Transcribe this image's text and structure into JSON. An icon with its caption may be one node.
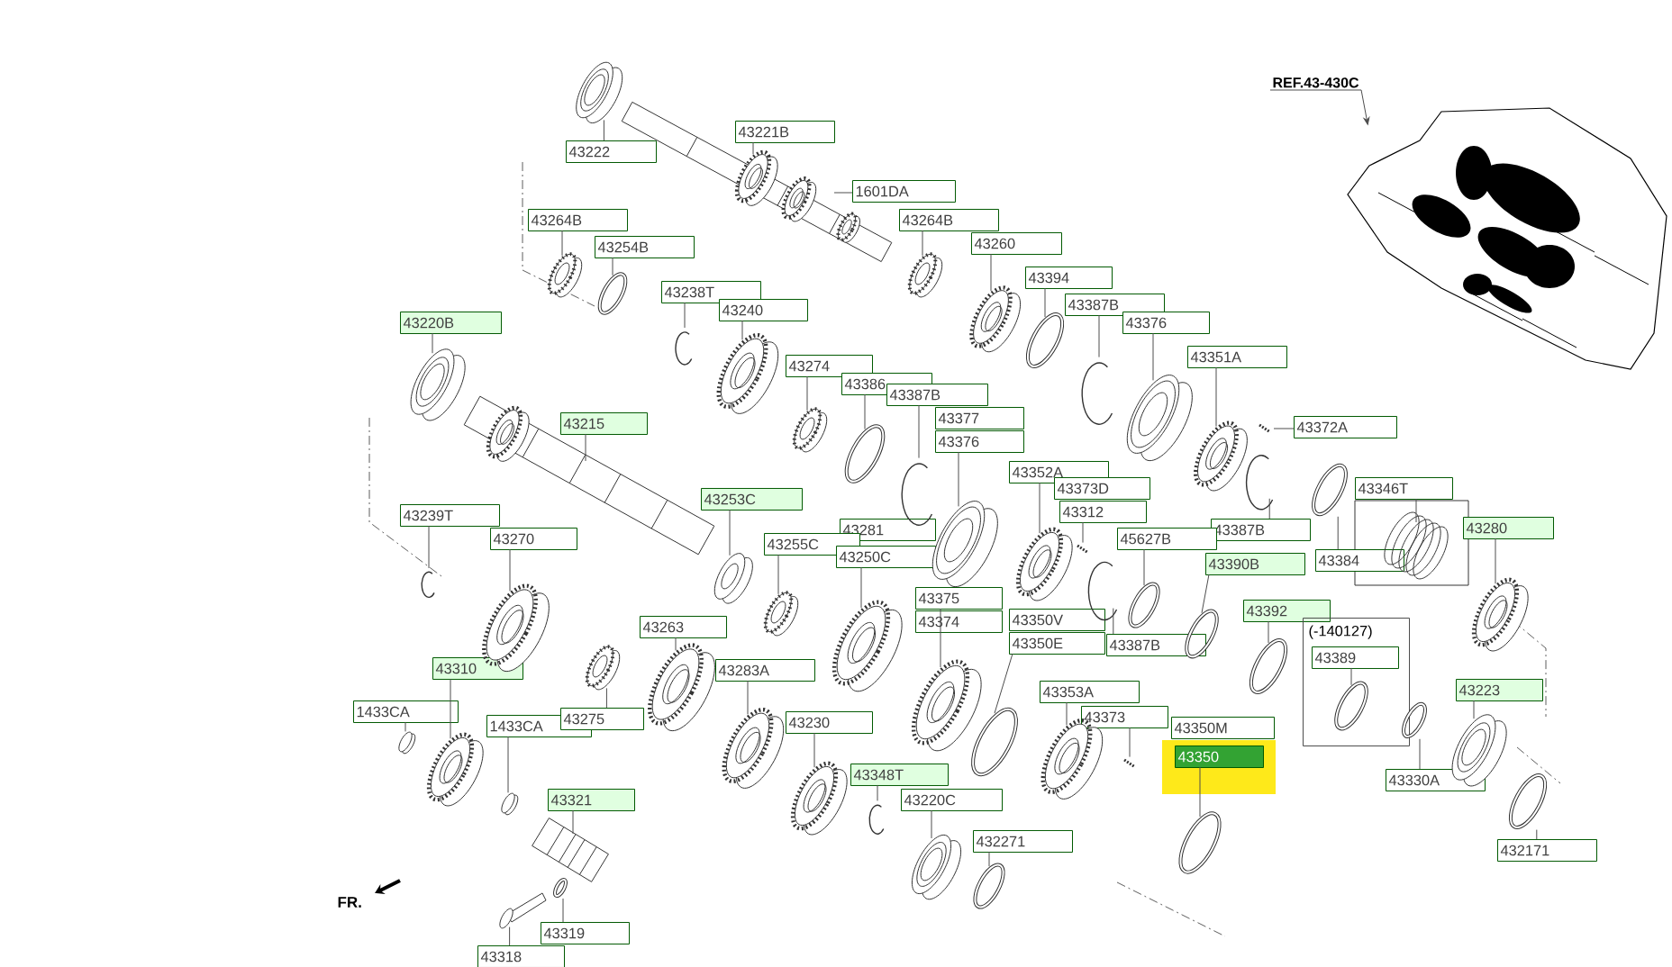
{
  "diagram": {
    "nodes": [
      {
        "text": [
          "REF.43-430C"
        ]
      },
      {
        "text": [],
        "shape": "picture"
      },
      {
        "text": [
          "43222"
        ]
      },
      {
        "text": [
          "43221B"
        ]
      },
      {
        "text": [
          "1601DA"
        ]
      },
      {
        "text": [
          "43264B"
        ]
      },
      {
        "text": [
          "43254B"
        ]
      },
      {
        "text": [
          "43264B"
        ]
      },
      {
        "text": [
          "43260"
        ]
      },
      {
        "text": [
          "43394"
        ]
      },
      {
        "text": [
          "43238T"
        ]
      },
      {
        "text": [
          "43240"
        ]
      },
      {
        "text": [
          "43387B"
        ]
      },
      {
        "text": [
          "43376"
        ]
      },
      {
        "text": [
          "43220B"
        ]
      },
      {
        "text": [
          "43351A"
        ]
      },
      {
        "text": [
          "43274"
        ]
      },
      {
        "text": [
          "43386"
        ]
      },
      {
        "text": [
          "43387B"
        ]
      },
      {
        "text": [
          "43377"
        ]
      },
      {
        "text": [
          "43376"
        ]
      },
      {
        "text": [
          "43215"
        ]
      },
      {
        "text": [
          "43372A"
        ]
      },
      {
        "text": [
          "43352A"
        ]
      },
      {
        "text": [
          "43373D"
        ]
      },
      {
        "text": [
          "43312"
        ]
      },
      {
        "text": [
          "43346T"
        ]
      },
      {
        "text": [
          "43253C"
        ]
      },
      {
        "text": [
          "43239T"
        ]
      },
      {
        "text": [
          "43387B"
        ]
      },
      {
        "text": [
          "43280"
        ]
      },
      {
        "text": [
          "43281"
        ]
      },
      {
        "text": [
          "43270"
        ]
      },
      {
        "text": [
          "45627B"
        ]
      },
      {
        "text": [
          "43255C"
        ]
      },
      {
        "text": [
          "43250C"
        ]
      },
      {
        "text": [
          "43384"
        ]
      },
      {
        "text": [
          "43390B"
        ]
      },
      {
        "text": [
          "43375"
        ]
      },
      {
        "text": [
          "43374"
        ]
      },
      {
        "text": [
          "43392"
        ]
      },
      {
        "text": [
          "(-140127)"
        ]
      },
      {
        "text": [
          "43389"
        ],
        "in": 41
      },
      {
        "text": [
          "43263"
        ]
      },
      {
        "text": [
          "43350V"
        ]
      },
      {
        "text": [
          "43350E"
        ]
      },
      {
        "text": [
          "43387B"
        ]
      },
      {
        "text": [
          "43310"
        ]
      },
      {
        "text": [
          "43283A"
        ]
      },
      {
        "text": [
          "43353A"
        ]
      },
      {
        "text": [
          "43223"
        ]
      },
      {
        "text": [
          "1433CA"
        ]
      },
      {
        "text": [
          "1433CA"
        ]
      },
      {
        "text": [
          "43275"
        ]
      },
      {
        "text": [
          "43230"
        ]
      },
      {
        "text": [
          "43373"
        ]
      },
      {
        "text": [
          "43350M"
        ]
      },
      {
        "text": [
          "43350"
        ]
      },
      {
        "text": [
          "43348T"
        ]
      },
      {
        "text": [
          "43330A"
        ]
      },
      {
        "text": [
          "43220C"
        ]
      },
      {
        "text": [
          "43321"
        ]
      },
      {
        "text": [
          "432271"
        ]
      },
      {
        "text": [
          "432171"
        ]
      },
      {
        "text": [
          "43319"
        ]
      },
      {
        "text": [
          "43318"
        ]
      },
      {
        "text": [],
        "shape": "picture"
      },
      {
        "text": [],
        "shape": "picture"
      },
      {
        "text": [],
        "shape": "picture",
        "in": 67
      },
      {
        "text": [],
        "shape": "picture",
        "in": 67
      },
      {
        "text": [],
        "shape": "picture",
        "in": 67
      },
      {
        "text": [],
        "shape": "picture"
      },
      {
        "text": [],
        "shape": "picture"
      },
      {
        "text": [],
        "shape": "picture"
      },
      {
        "text": [],
        "shape": "picture"
      },
      {
        "text": [],
        "shape": "picture"
      },
      {
        "text": [],
        "shape": "picture"
      },
      {
        "text": [],
        "shape": "picture"
      },
      {
        "text": [],
        "shape": "picture"
      },
      {
        "text": [],
        "shape": "picture"
      },
      {
        "text": [],
        "shape": "picture"
      },
      {
        "text": [],
        "shape": "picture"
      },
      {
        "text": [],
        "shape": "picture"
      },
      {
        "text": [],
        "shape": "picture"
      },
      {
        "text": [],
        "shape": "picture"
      },
      {
        "text": [],
        "shape": "picture"
      },
      {
        "text": [],
        "shape": "picture",
        "in": 85
      },
      {
        "text": [],
        "shape": "picture"
      },
      {
        "text": [],
        "shape": "picture"
      },
      {
        "text": [],
        "shape": "picture"
      },
      {
        "text": [],
        "shape": "picture"
      },
      {
        "text": [],
        "shape": "picture"
      },
      {
        "text": [],
        "shape": "picture"
      },
      {
        "text": [],
        "shape": "picture"
      },
      {
        "text": [],
        "shape": "picture"
      },
      {
        "text": [],
        "shape": "picture"
      },
      {
        "text": [],
        "shape": "picture"
      },
      {
        "text": [],
        "shape": "picture"
      },
      {
        "text": [],
        "shape": "picture"
      },
      {
        "text": [],
        "shape": "picture"
      },
      {
        "text": [],
        "shape": "picture"
      },
      {
        "text": [],
        "shape": "picture"
      },
      {
        "text": [],
        "shape": "picture"
      },
      {
        "text": [],
        "shape": "picture"
      },
      {
        "text": [],
        "shape": "picture",
        "in": 41
      },
      {
        "text": [],
        "shape": "picture"
      },
      {
        "text": [],
        "shape": "picture"
      },
      {
        "text": [],
        "shape": "picture"
      },
      {
        "text": [],
        "shape": "picture"
      },
      {
        "text": [],
        "shape": "picture"
      },
      {
        "text": [],
        "shape": "picture"
      },
      {
        "text": [],
        "shape": "picture"
      },
      {
        "text": [],
        "shape": "picture"
      },
      {
        "text": [],
        "shape": "picture"
      },
      {
        "text": [],
        "shape": "picture"
      },
      {
        "text": [],
        "shape": "picture"
      },
      {
        "text": [],
        "shape": "picture"
      },
      {
        "text": [],
        "shape": "picture"
      },
      {
        "text": [],
        "shape": "picture"
      },
      {
        "text": [],
        "shape": "picture"
      },
      {
        "text": [],
        "shape": "picture"
      },
      {
        "text": [],
        "shape": "picture"
      },
      {
        "text": [],
        "shape": "picture"
      },
      {
        "text": [],
        "shape": "picture"
      },
      {
        "text": [],
        "shape": "circle"
      },
      {
        "text": [],
        "shape": "picture"
      }
    ],
    "edges": [
      {
        "from": 0,
        "to": 1,
        "arrow": "to"
      },
      {
        "from": 2,
        "to": 66,
        "arrow": "none"
      },
      {
        "from": 3,
        "to": 68,
        "arrow": "none"
      },
      {
        "from": 4,
        "to": 67,
        "arrow": "none"
      },
      {
        "from": 5,
        "to": 71,
        "arrow": "none"
      },
      {
        "from": 6,
        "to": 72,
        "arrow": "none"
      },
      {
        "from": 7,
        "to": 73,
        "arrow": "none"
      },
      {
        "from": 8,
        "to": 74,
        "arrow": "none"
      },
      {
        "from": 9,
        "to": 75,
        "arrow": "none"
      },
      {
        "from": 10,
        "to": 82,
        "arrow": "none"
      },
      {
        "from": 11,
        "to": 83,
        "arrow": "none"
      },
      {
        "from": 12,
        "to": 76,
        "arrow": "none"
      },
      {
        "from": 13,
        "to": 77,
        "arrow": "none"
      },
      {
        "from": 14,
        "to": 84,
        "arrow": "none"
      },
      {
        "from": 15,
        "to": 78,
        "arrow": "none"
      },
      {
        "from": 16,
        "to": 87,
        "arrow": "none"
      },
      {
        "from": 17,
        "to": 88,
        "arrow": "none"
      },
      {
        "from": 18,
        "to": 89,
        "arrow": "none"
      },
      {
        "from": 20,
        "to": 90,
        "arrow": "none"
      },
      {
        "from": 21,
        "to": 85,
        "arrow": "none"
      },
      {
        "from": 22,
        "to": 79,
        "arrow": "none"
      },
      {
        "from": 23,
        "to": 91,
        "arrow": "none"
      },
      {
        "from": 25,
        "to": 92,
        "arrow": "none"
      },
      {
        "from": 26,
        "to": 105,
        "arrow": "none"
      },
      {
        "from": 27,
        "to": 94,
        "arrow": "none"
      },
      {
        "from": 28,
        "to": 97,
        "arrow": "none"
      },
      {
        "from": 29,
        "to": 80,
        "arrow": "none"
      },
      {
        "from": 30,
        "to": 106,
        "arrow": "none"
      },
      {
        "from": 32,
        "to": 98,
        "arrow": "none"
      },
      {
        "from": 33,
        "to": 101,
        "arrow": "none"
      },
      {
        "from": 34,
        "to": 95,
        "arrow": "none"
      },
      {
        "from": 35,
        "to": 96,
        "arrow": "none"
      },
      {
        "from": 36,
        "to": 81,
        "arrow": "none"
      },
      {
        "from": 37,
        "to": 102,
        "arrow": "none"
      },
      {
        "from": 38,
        "to": 99,
        "arrow": "none"
      },
      {
        "from": 40,
        "to": 103,
        "arrow": "none"
      },
      {
        "from": 42,
        "to": 104,
        "arrow": "none"
      },
      {
        "from": 43,
        "to": 110,
        "arrow": "none"
      },
      {
        "from": 45,
        "to": 100,
        "arrow": "none"
      },
      {
        "from": 46,
        "to": 93,
        "arrow": "none"
      },
      {
        "from": 47,
        "to": 120,
        "arrow": "none"
      },
      {
        "from": 48,
        "to": 112,
        "arrow": "none"
      },
      {
        "from": 49,
        "to": 114,
        "arrow": "none"
      },
      {
        "from": 50,
        "to": 107,
        "arrow": "none"
      },
      {
        "from": 51,
        "to": 121,
        "arrow": "none"
      },
      {
        "from": 52,
        "to": 122,
        "arrow": "none"
      },
      {
        "from": 53,
        "to": 111,
        "arrow": "none"
      },
      {
        "from": 54,
        "to": 113,
        "arrow": "none"
      },
      {
        "from": 55,
        "to": 115,
        "arrow": "none"
      },
      {
        "from": 57,
        "to": 116,
        "arrow": "none"
      },
      {
        "from": 58,
        "to": 117,
        "arrow": "none"
      },
      {
        "from": 59,
        "to": 108,
        "arrow": "none"
      },
      {
        "from": 60,
        "to": 118,
        "arrow": "none"
      },
      {
        "from": 61,
        "to": 123,
        "arrow": "none"
      },
      {
        "from": 62,
        "to": 119,
        "arrow": "none"
      },
      {
        "from": 63,
        "to": 109,
        "arrow": "none"
      },
      {
        "from": 64,
        "to": 124,
        "arrow": "none"
      },
      {
        "from": 65,
        "to": 125,
        "arrow": "none"
      }
    ],
    "labels": [
      "FR."
    ]
  }
}
